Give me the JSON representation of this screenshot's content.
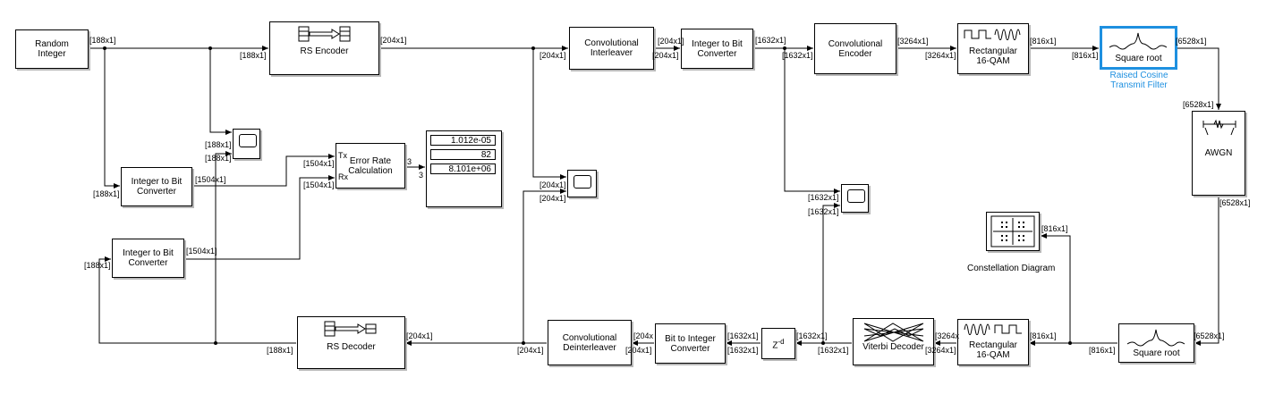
{
  "blocks": {
    "random_integer": [
      "Random",
      "Integer"
    ],
    "rs_encoder": "RS Encoder",
    "conv_interleaver": [
      "Convolutional",
      "Interleaver"
    ],
    "int_to_bit_top": [
      "Integer to Bit",
      "Converter"
    ],
    "conv_encoder": [
      "Convolutional",
      "Encoder"
    ],
    "qam_mod": [
      "Rectangular",
      "16-QAM"
    ],
    "tx_filter": "Square root",
    "tx_filter_caption": [
      "Raised Cosine",
      "Transmit Filter"
    ],
    "awgn": "AWGN",
    "constellation_caption": "Constellation Diagram",
    "rx_filter": "Square root",
    "qam_demod": [
      "Rectangular",
      "16-QAM"
    ],
    "viterbi": "Viterbi Decoder",
    "delay": "Z",
    "delay_sup": "-d",
    "bit_to_int": [
      "Bit to Integer",
      "Converter"
    ],
    "conv_deinterleaver": [
      "Convolutional",
      "Deinterleaver"
    ],
    "rs_decoder": "RS Decoder",
    "int_to_bit_left1": [
      "Integer to Bit",
      "Converter"
    ],
    "int_to_bit_left2": [
      "Integer to Bit",
      "Converter"
    ],
    "error_rate": [
      "Error Rate",
      "Calculation"
    ],
    "error_rate_tx": "Tx",
    "error_rate_rx": "Rx",
    "error_out": "3",
    "display_in": "3"
  },
  "display_values": [
    "1.012e-05",
    "82",
    "8.101e+06"
  ],
  "dims": {
    "d188": "[188x1]",
    "d204": "[204x1]",
    "d204x": "[204x",
    "d1504": "[1504x1]",
    "d1632": "[1632x1]",
    "d3264": "[3264x1]",
    "d3264x": "[3264x",
    "d816": "[816x1]",
    "d6528": "[6528x1]"
  },
  "colors": {
    "selection": "#1e90e0",
    "shadow": "#b8b8b8"
  }
}
